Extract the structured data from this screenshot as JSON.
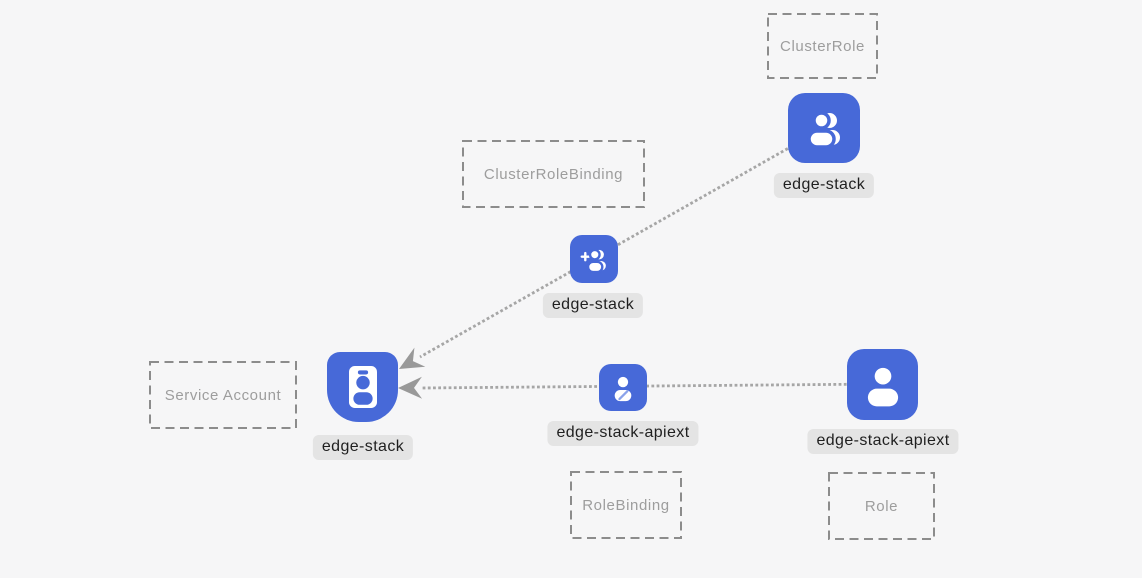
{
  "colors": {
    "background": "#f6f6f7",
    "node_blue": "#4769d8",
    "icon_glyph": "#ffffff",
    "pencil_blue": "#8ba3ea",
    "label_bg": "#e4e4e4",
    "label_text": "#1f1f1f",
    "box_border": "#8c8c8c",
    "box_text": "#9d9d9d",
    "line": "#a6a6a6",
    "arrow": "#999999"
  },
  "diagram": {
    "type_boxes": [
      {
        "id": "cluster-role",
        "label": "ClusterRole"
      },
      {
        "id": "cluster-role-binding",
        "label": "ClusterRoleBinding"
      },
      {
        "id": "service-account",
        "label": "Service Account"
      },
      {
        "id": "role-binding",
        "label": "RoleBinding"
      },
      {
        "id": "role",
        "label": "Role"
      }
    ],
    "nodes": [
      {
        "id": "clusterrole-edge-stack",
        "type": "ClusterRole",
        "label": "edge-stack",
        "icon": "users-icon"
      },
      {
        "id": "clusterrolebinding-edge-stack",
        "type": "ClusterRoleBinding",
        "label": "edge-stack",
        "icon": "user-plus-icon"
      },
      {
        "id": "serviceaccount-edge-stack",
        "type": "Service Account",
        "label": "edge-stack",
        "icon": "id-badge-icon"
      },
      {
        "id": "rolebinding-edge-stack-apiext",
        "type": "RoleBinding",
        "label": "edge-stack-apiext",
        "icon": "user-edit-icon"
      },
      {
        "id": "role-edge-stack-apiext",
        "type": "Role",
        "label": "edge-stack-apiext",
        "icon": "user-icon"
      }
    ],
    "edges": [
      {
        "from": "clusterrole-edge-stack",
        "via": "clusterrolebinding-edge-stack",
        "to": "serviceaccount-edge-stack",
        "style": "dotted-arrow"
      },
      {
        "from": "role-edge-stack-apiext",
        "via": "rolebinding-edge-stack-apiext",
        "to": "serviceaccount-edge-stack",
        "style": "dotted-arrow"
      }
    ]
  }
}
